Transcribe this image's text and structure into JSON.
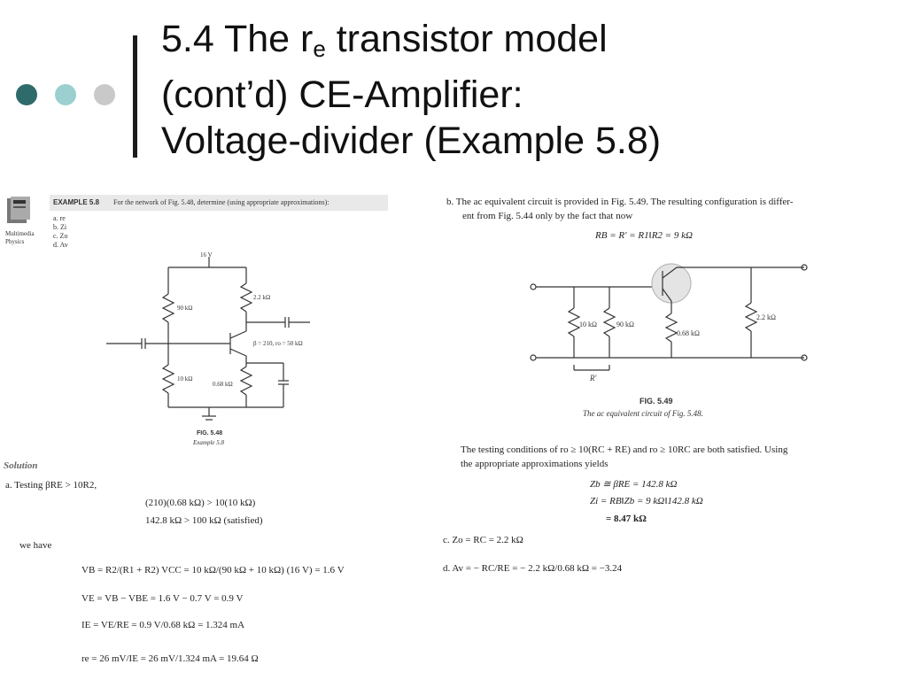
{
  "slide": {
    "title_main": "5.4 The r",
    "title_sub": "e",
    "title_rest": " transistor model",
    "title_line2": "(cont’d) CE-Amplifier:",
    "title_line3": "Voltage-divider (Example 5.8)",
    "dot_colors": [
      "#2f6b6b",
      "#9ccfcf",
      "#c9c9c9"
    ]
  },
  "left": {
    "multimedia_label": "Multimedia\nPhysics",
    "example_head": "EXAMPLE 5.8",
    "example_text": "For the network of Fig. 5.48, determine (using appropriate approximations):",
    "parts": [
      "a. re",
      "b. Zi",
      "c. Zo",
      "d. Av"
    ],
    "vcc": "16 V",
    "r1": "90 kΩ",
    "r2": "10 kΩ",
    "rc": "2.2 kΩ",
    "re": "0.68 kΩ",
    "beta": "β = 210, ro = 50 kΩ",
    "fig": "FIG. 5.48",
    "fig_caption": "Example 5.8",
    "solution": "Solution",
    "a_test": "a.   Testing βRE > 10R2,",
    "a_l1": "(210)(0.68 kΩ) > 10(10 kΩ)",
    "a_l2": "142.8 kΩ > 100 kΩ (satisfied)",
    "we_have": "we have",
    "vb_eq": "VB = R2/(R1 + R2) VCC = 10 kΩ/(90 kΩ + 10 kΩ) (16 V) = 1.6 V",
    "ve_eq": "VE = VB − VBE = 1.6 V − 0.7 V = 0.9 V",
    "ie_eq": "IE = VE/RE = 0.9 V/0.68 kΩ = 1.324 mA",
    "re_eq": "re = 26 mV/IE = 26 mV/1.324 mA = 19.64 Ω"
  },
  "right": {
    "b_text1": "b.   The ac equivalent circuit is provided in Fig. 5.49. The resulting configuration is differ-",
    "b_text2": "ent from Fig. 5.44 only by the fact that now",
    "rb_eq": "RB = R′ = R1‖R2 = 9 kΩ",
    "r10": "10 kΩ",
    "r90": "90 kΩ",
    "r068": "0.68 kΩ",
    "r22": "2.2 kΩ",
    "rprime": "R′",
    "fig": "FIG. 5.49",
    "fig_caption": "The ac equivalent circuit of Fig. 5.48.",
    "test_text1": "The testing conditions of ro ≥ 10(RC + RE) and ro ≥ 10RC are both satisfied. Using",
    "test_text2": "the appropriate approximations yields",
    "zb_eq": "Zb ≅ βRE = 142.8 kΩ",
    "zi_eq": "Zi = RB‖Zb = 9 kΩ‖142.8 kΩ",
    "zi_res": "= 8.47 kΩ",
    "c_eq": "c.   Zo = RC = 2.2 kΩ",
    "d_eq": "d.   Av = − RC/RE = − 2.2 kΩ/0.68 kΩ = −3.24"
  }
}
